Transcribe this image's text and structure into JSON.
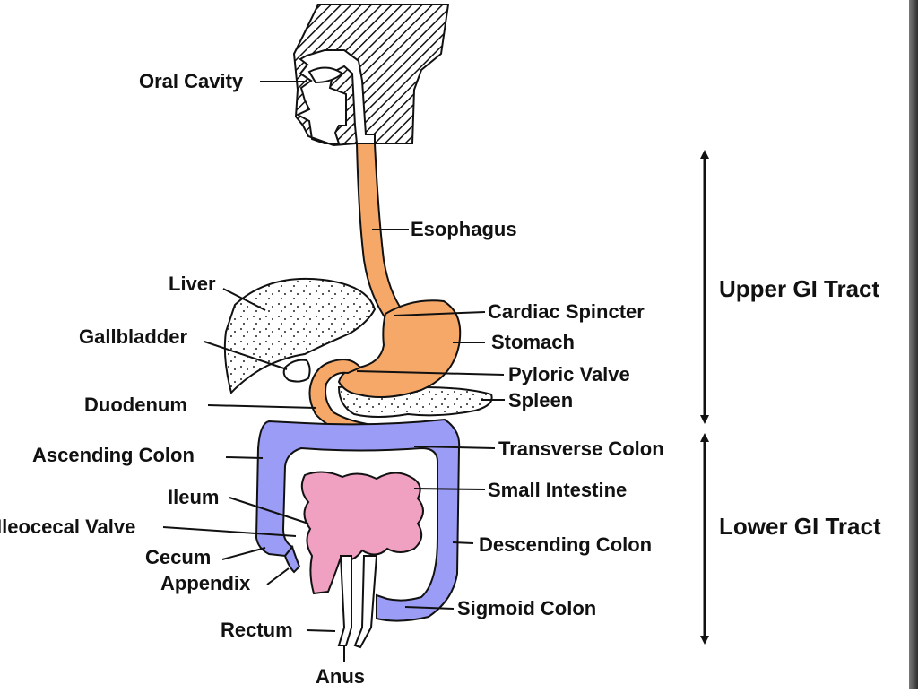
{
  "labels": {
    "oral_cavity": "Oral Cavity",
    "esophagus": "Esophagus",
    "liver": "Liver",
    "cardiac_spincter": "Cardiac Spincter",
    "gallbladder": "Gallbladder",
    "stomach": "Stomach",
    "pyloric_valve": "Pyloric Valve",
    "spleen": "Spleen",
    "duodenum": "Duodenum",
    "ascending_colon": "Ascending Colon",
    "transverse_colon": "Transverse Colon",
    "ileum": "Ileum",
    "small_intestine": "Small Intestine",
    "ileocecal_valve": "Ileocecal Valve",
    "cecum": "Cecum",
    "descending_colon": "Descending Colon",
    "appendix": "Appendix",
    "sigmoid_colon": "Sigmoid Colon",
    "rectum": "Rectum",
    "anus": "Anus"
  },
  "sections": {
    "upper": "Upper GI Tract",
    "lower": "Lower GI Tract"
  },
  "colors": {
    "upper_tract": "#f6a868",
    "colon": "#9b9cf6",
    "small_intestine": "#f0a1c2",
    "outline": "#1a1a1a",
    "organ_fill": "#ffffff"
  }
}
